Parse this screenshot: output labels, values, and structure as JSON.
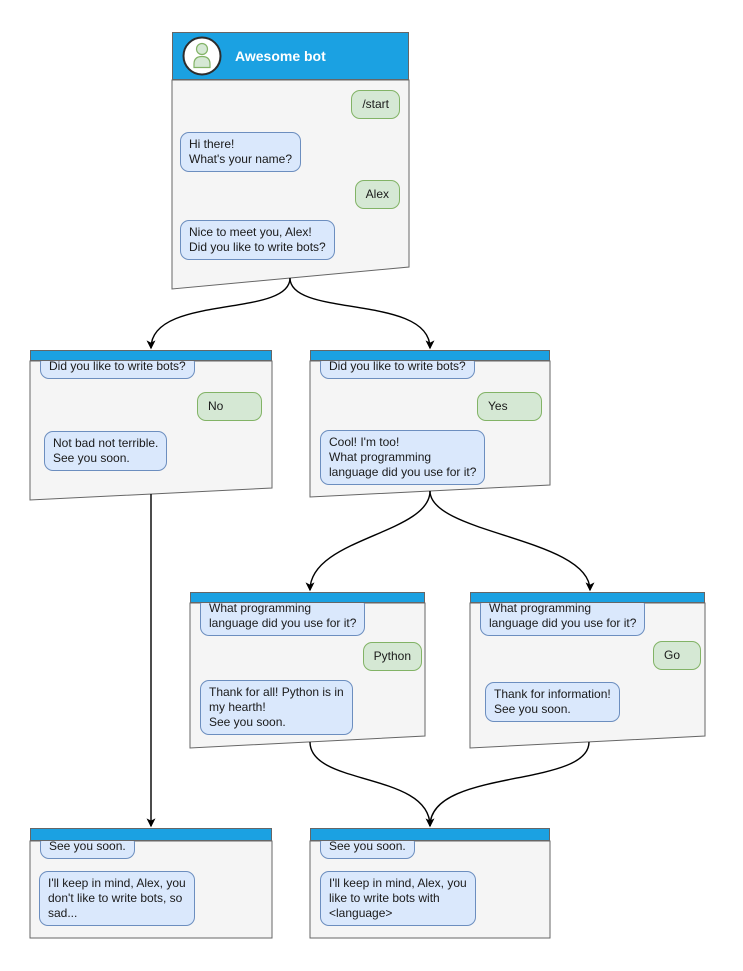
{
  "colors": {
    "header_blue": "#1ba1e2",
    "title_text": "#ffffff",
    "window_bg": "#f5f5f5",
    "window_border": "#666666",
    "bot_bubble_bg": "#dae8fc",
    "bot_bubble_border": "#6c8ebf",
    "user_bubble_bg": "#d5e8d4",
    "user_bubble_border": "#82b366",
    "arrow": "#000000"
  },
  "icons": {
    "bot_avatar": "person-icon"
  },
  "windows": {
    "main": {
      "title": "Awesome bot",
      "m1": "/start",
      "m2": "Hi there!\nWhat's your name?",
      "m3": "Alex",
      "m4": "Nice to meet you, Alex!\nDid you like to write bots?"
    },
    "no_branch": {
      "m1": "Did you like to write bots?",
      "m2": "No",
      "m3": "Not bad not terrible.\nSee you soon."
    },
    "yes_branch": {
      "m1": "Did you like to write bots?",
      "m2": "Yes",
      "m3": "Cool! I'm too!\nWhat programming\nlanguage did you use for it?"
    },
    "python_branch": {
      "m1": "What programming\nlanguage did you use for it?",
      "m2": "Python",
      "m3": "Thank for all! Python is in\nmy hearth!\nSee you soon."
    },
    "go_branch": {
      "m1": "What programming\nlanguage did you use for it?",
      "m2": "Go",
      "m3": "Thank for information!\nSee you soon."
    },
    "end_no": {
      "m1": "See you soon.",
      "m2": "I'll keep in mind, Alex, you\ndon't like to write bots, so\nsad..."
    },
    "end_lang": {
      "m1": "See you soon.",
      "m2": "I'll keep in mind, Alex, you\nlike to write bots with\n<language>"
    }
  }
}
